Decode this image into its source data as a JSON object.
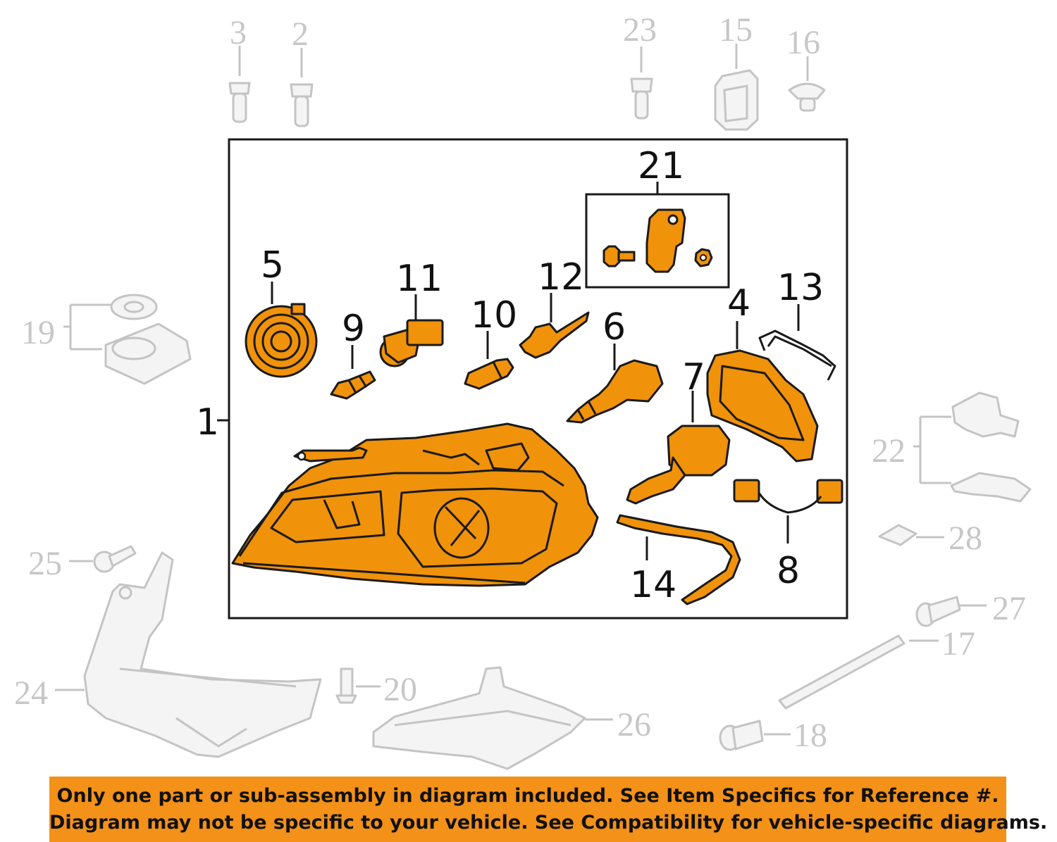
{
  "diagram": {
    "assembly_number": "1",
    "subassembly_number": "21",
    "part_numbers": [
      "4",
      "5",
      "6",
      "7",
      "8",
      "9",
      "10",
      "11",
      "12",
      "13",
      "14"
    ],
    "outside_part_numbers": [
      "2",
      "3",
      "15",
      "16",
      "17",
      "18",
      "19",
      "20",
      "22",
      "23",
      "24",
      "25",
      "26",
      "27",
      "28"
    ],
    "colors": {
      "highlight": "#f0920a",
      "ghost": "#c4c4c4",
      "outline": "#1a1a1a",
      "banner": "#f39119"
    }
  },
  "banner": {
    "line1": "Only one part or sub-assembly in diagram included. See Item Specifics for Reference #.",
    "line2": "Diagram may not be specific to your vehicle. See Compatibility for vehicle-specific diagrams."
  }
}
